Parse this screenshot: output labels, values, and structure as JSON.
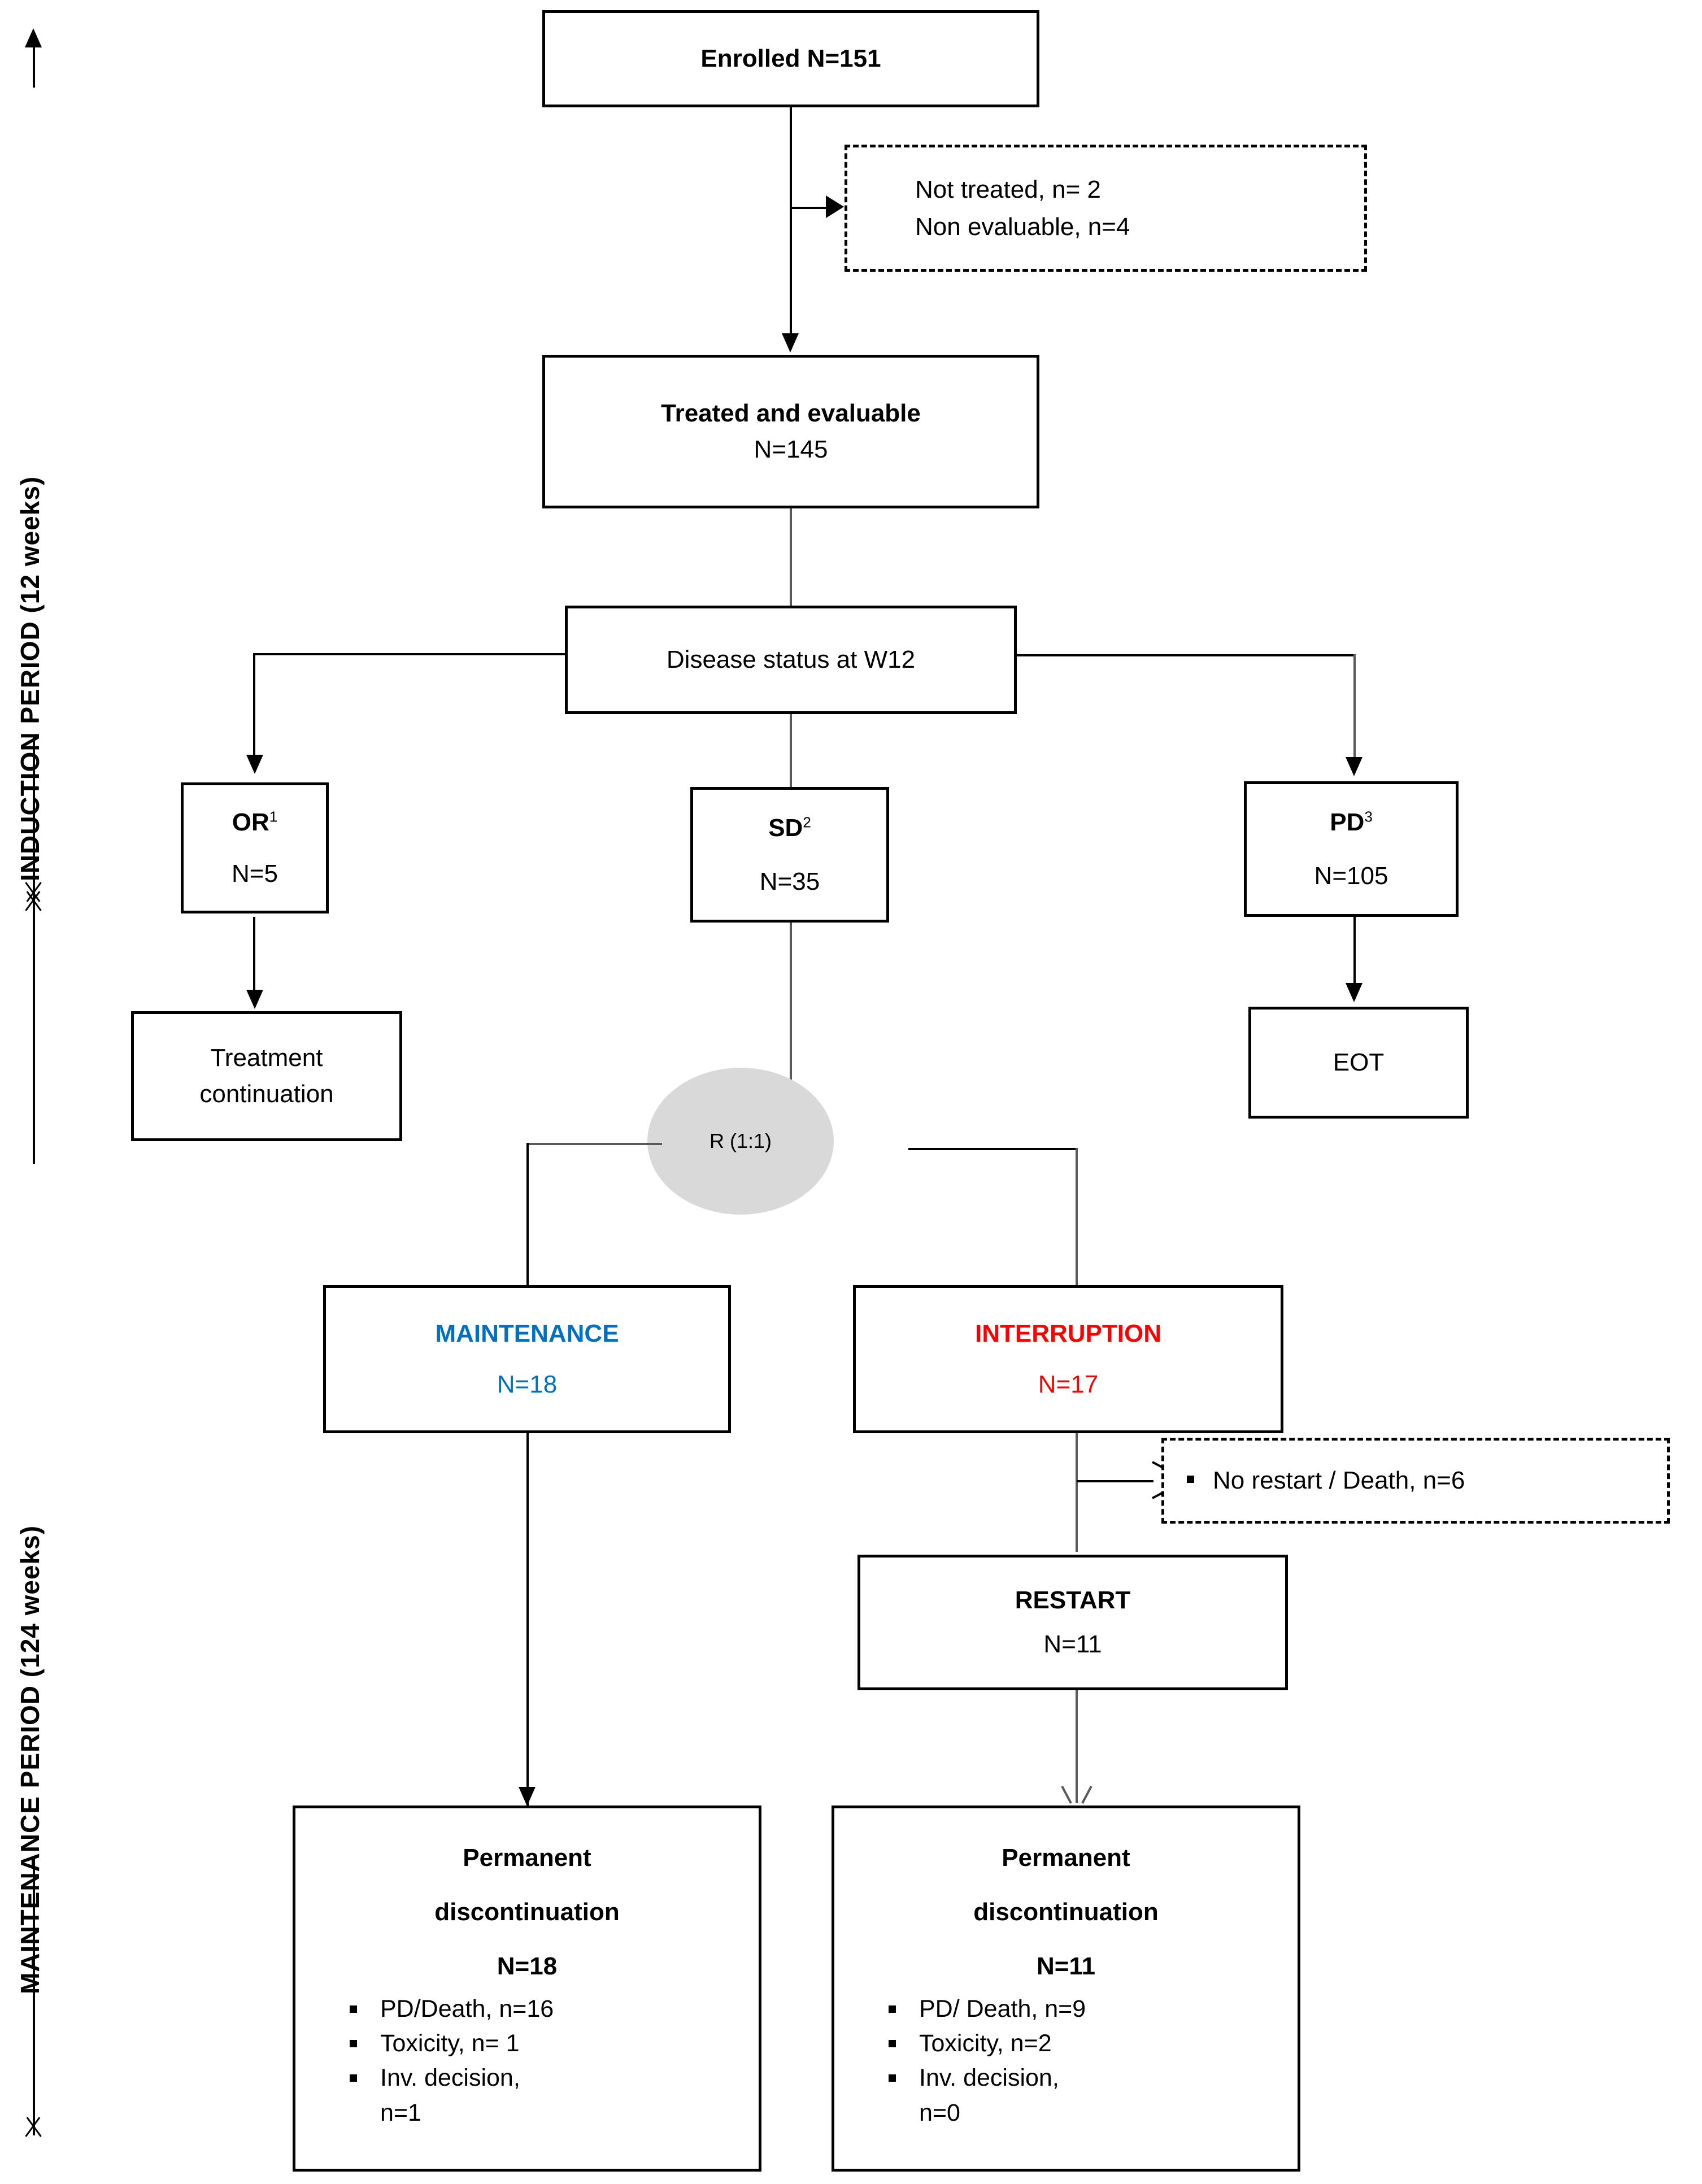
{
  "diagram": {
    "title": "CONSORT patient flow diagram",
    "periods": [
      {
        "id": "induction",
        "label": "INDUCTION PERIOD (12 weeks)"
      },
      {
        "id": "maintenance",
        "label": "MAINTENANCE PERIOD (124 weeks)"
      }
    ],
    "colors": {
      "maintenance_blue": "#0070C0",
      "interruption_red": "#FF0000",
      "randomization_fill": "#D9D9D9",
      "line_black": "#000000",
      "line_grey": "#595959"
    },
    "nodes": {
      "enrolled": {
        "label": "Enrolled N=151"
      },
      "excluded": {
        "line1": "Not treated, n= 2",
        "line2": "Non evaluable, n=4"
      },
      "treated": {
        "line1": "Treated and evaluable",
        "line2": "N=145"
      },
      "disease_status": {
        "label": "Disease status at W12"
      },
      "or": {
        "code": "OR",
        "footnote": "1",
        "count": "N=5"
      },
      "sd": {
        "code": "SD",
        "footnote": "2",
        "count": "N=35"
      },
      "pd": {
        "code": "PD",
        "footnote": "3",
        "count": "N=105"
      },
      "treatment_continuation": {
        "line1": "Treatment",
        "line2": "continuation"
      },
      "eot": {
        "label": "EOT"
      },
      "randomization": {
        "label": "R (1:1)"
      },
      "maintenance_arm": {
        "label": "MAINTENANCE",
        "count": "N=18"
      },
      "interruption_arm": {
        "label": "INTERRUPTION",
        "count": "N=17"
      },
      "no_restart": {
        "label": "No restart / Death, n=6"
      },
      "restart": {
        "label": "RESTART",
        "count": "N=11"
      },
      "perm_disc_left": {
        "line1": "Permanent",
        "line2": "discontinuation",
        "count": "N=18",
        "reasons": [
          "PD/Death, n=16",
          "Toxicity, n= 1",
          "Inv. decision,",
          "n=1"
        ]
      },
      "perm_disc_right": {
        "line1": "Permanent",
        "line2": "discontinuation",
        "count": "N=11",
        "reasons": [
          "PD/ Death, n=9",
          "Toxicity, n=2",
          "Inv. decision,",
          "n=0"
        ]
      }
    }
  }
}
